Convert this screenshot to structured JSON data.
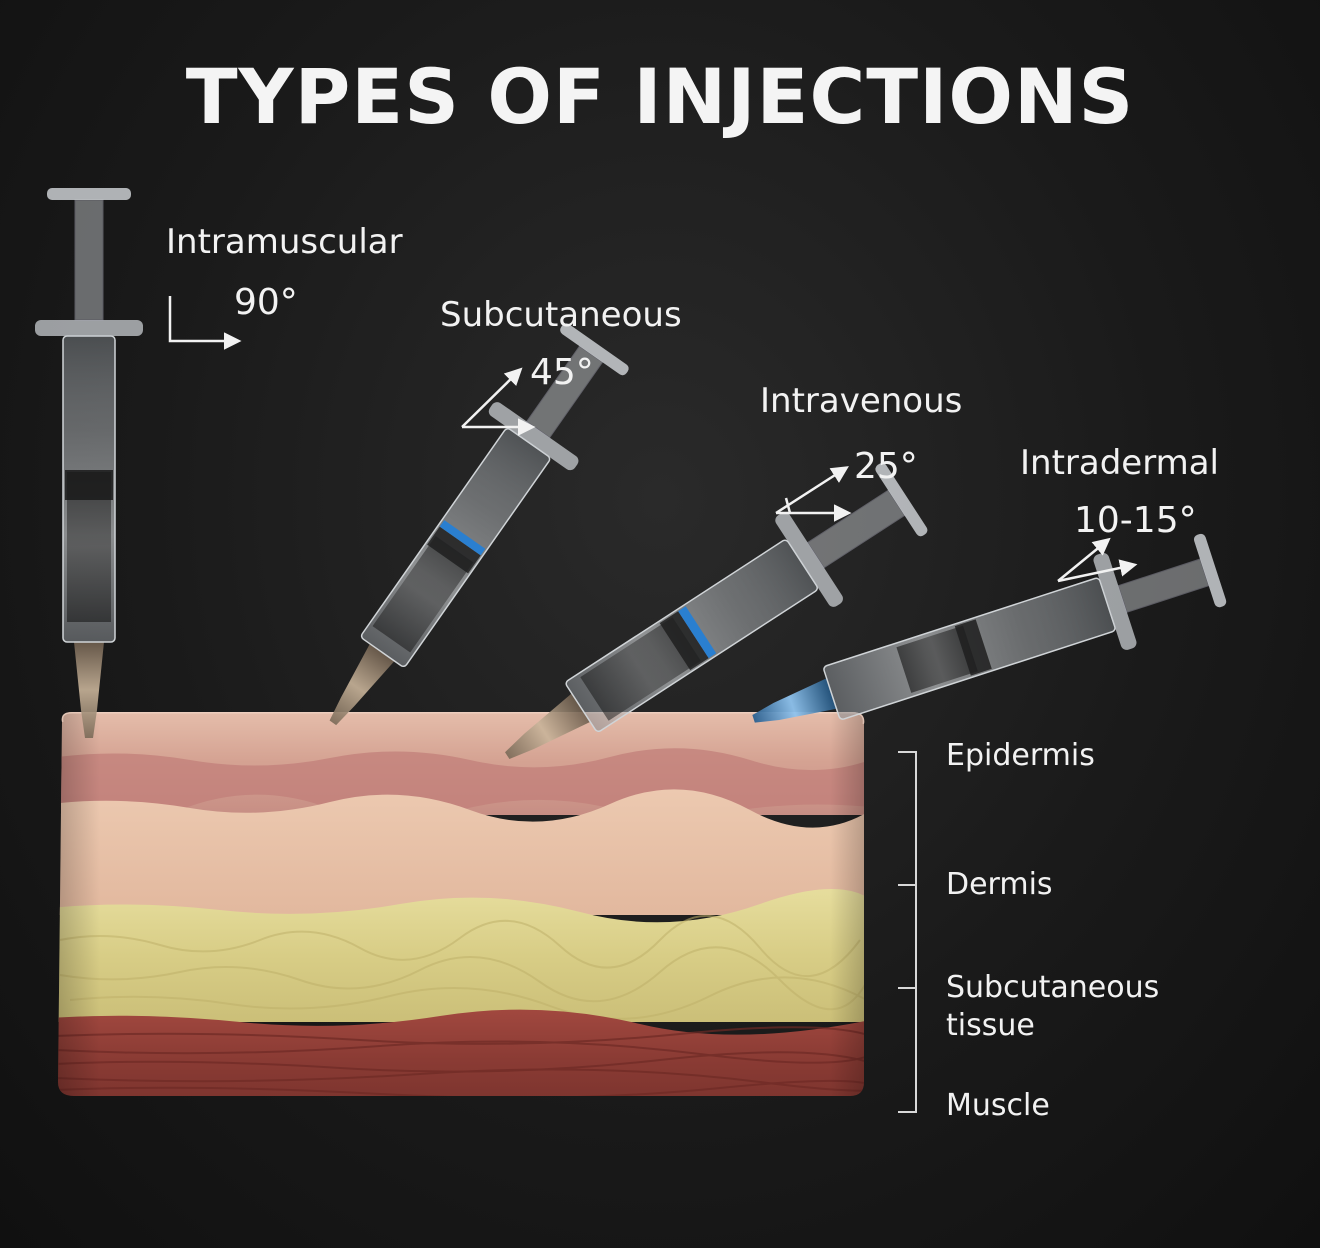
{
  "title": "TYPES OF INJECTIONS",
  "injections": [
    {
      "name": "Intramuscular",
      "angle": "90°"
    },
    {
      "name": "Subcutaneous",
      "angle": "45°"
    },
    {
      "name": "Intravenous",
      "angle": "25°"
    },
    {
      "name": "Intradermal",
      "angle": "10-15°"
    }
  ],
  "layers": [
    {
      "name": "Epidermis"
    },
    {
      "name": "Dermis"
    },
    {
      "name": "Subcutaneous tissue",
      "line1": "Subcutaneous",
      "line2": "tissue"
    },
    {
      "name": "Muscle"
    }
  ],
  "colors": {
    "background": "#141414",
    "epidermis": "#d9a99a",
    "dermis": "#e6c0a8",
    "subcutaneous": "#d9cf8a",
    "muscle": "#8e3f38",
    "plunger_blue": "#2a7fd0",
    "text": "#f2f2f2"
  }
}
